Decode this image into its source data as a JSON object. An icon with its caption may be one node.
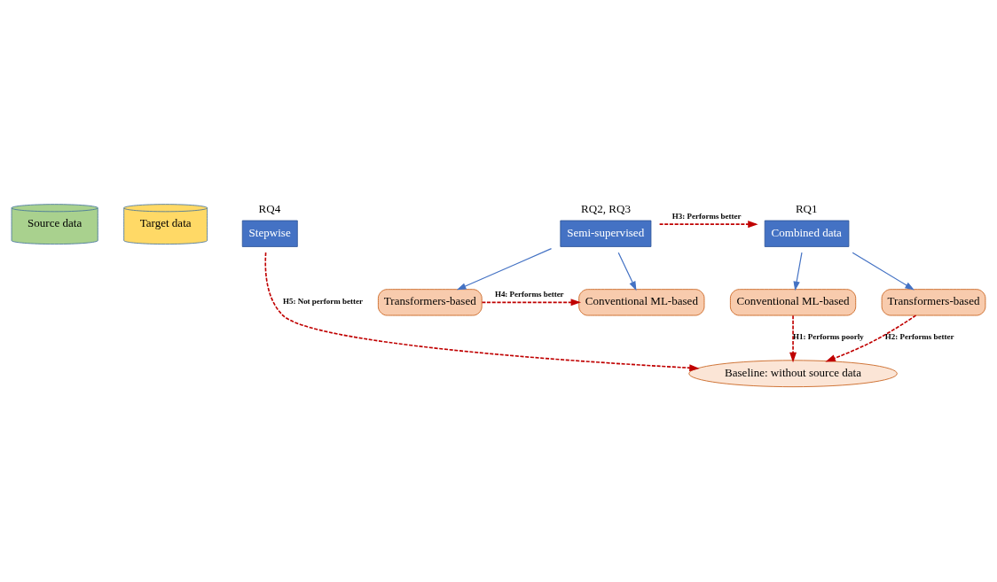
{
  "diagram": {
    "nodes": [
      {
        "text": [
          "Source data"
        ]
      },
      {
        "text": [
          "Target data"
        ]
      },
      {
        "text": [
          "RQ1",
          "Combined data"
        ]
      },
      {
        "text": [
          "RQ2, RQ3",
          "Semi-supervised"
        ]
      },
      {
        "text": [
          "RQ4",
          "Stepwise"
        ]
      },
      {
        "text": [
          "Transformers-based"
        ]
      },
      {
        "text": [
          "Conventional ML-based"
        ]
      },
      {
        "text": [
          "Transformers-based"
        ]
      },
      {
        "text": [
          "Conventional ML-based"
        ]
      },
      {
        "text": [
          "Baseline: without source data"
        ]
      }
    ],
    "edges": [
      {
        "from": 2,
        "to": 5,
        "arrow": "to",
        "color": "#4472c4"
      },
      {
        "from": 2,
        "to": 6,
        "arrow": "to",
        "color": "#4472c4"
      },
      {
        "from": 3,
        "to": 2,
        "arrow": "to",
        "label": "H3: Performs better",
        "style": "dashed"
      },
      {
        "from": 3,
        "to": 7,
        "arrow": "to",
        "color": "#4472c4"
      },
      {
        "from": 3,
        "to": 8,
        "arrow": "to",
        "color": "#4472c4"
      },
      {
        "from": 7,
        "to": 8,
        "arrow": "to",
        "label": "H4: Performs better",
        "style": "dashed"
      },
      {
        "from": 6,
        "to": 9,
        "arrow": "to",
        "label": "H1: Performs poorly",
        "style": "dashed"
      },
      {
        "from": 5,
        "to": 9,
        "arrow": "to",
        "label": "H2: Performs better",
        "style": "dashed"
      },
      {
        "from": 4,
        "to": 9,
        "arrow": "to",
        "label": "H5: Not perform better",
        "style": "dashed"
      }
    ]
  }
}
